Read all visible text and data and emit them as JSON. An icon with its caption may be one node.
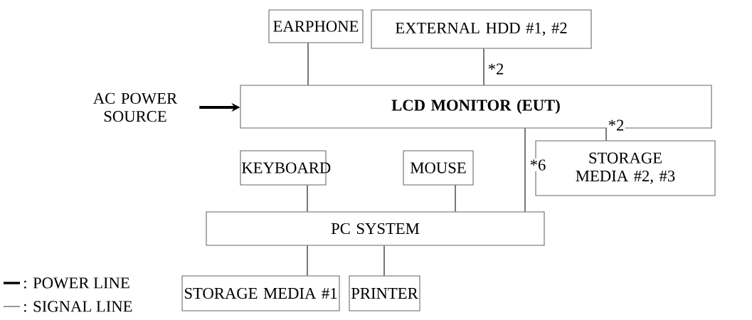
{
  "diagram": {
    "nodes": [
      {
        "text": [
          "EARPHONE"
        ]
      },
      {
        "text": [
          "EXTERNAL HDD #1, #2"
        ]
      },
      {
        "text": [
          "AC POWER SOURCE"
        ]
      },
      {
        "text": [
          "**LCD MONITOR (EUT)**"
        ]
      },
      {
        "text": [
          "KEYBOARD"
        ]
      },
      {
        "text": [
          "MOUSE"
        ]
      },
      {
        "text": [
          "STORAGE MEDIA #2, #3"
        ]
      },
      {
        "text": [
          "PC SYSTEM"
        ]
      },
      {
        "text": [
          "STORAGE MEDIA #1"
        ]
      },
      {
        "text": [
          "PRINTER"
        ]
      }
    ],
    "edges": [
      {
        "from": 0,
        "to": 3,
        "arrow": "none"
      },
      {
        "from": 1,
        "to": 3,
        "arrow": "none",
        "label": "*2"
      },
      {
        "from": 2,
        "to": 3,
        "arrow": "to",
        "style": "thick"
      },
      {
        "from": 3,
        "to": 6,
        "arrow": "none",
        "label": "*2"
      },
      {
        "from": 3,
        "to": 7,
        "arrow": "none",
        "label": "*6"
      },
      {
        "from": 4,
        "to": 7,
        "arrow": "none"
      },
      {
        "from": 5,
        "to": 7,
        "arrow": "none"
      },
      {
        "from": 7,
        "to": 8,
        "arrow": "none"
      },
      {
        "from": 7,
        "to": 9,
        "arrow": "none"
      }
    ],
    "legend": [
      {
        "text": ": POWER LINE"
      },
      {
        "text": ": SIGNAL LINE"
      }
    ]
  }
}
